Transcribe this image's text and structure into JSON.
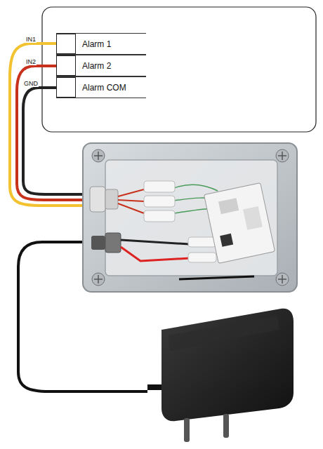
{
  "diagram": {
    "nodes": [
      {
        "text": [
          "Alarm 1"
        ]
      },
      {
        "text": [
          "Alarm 2"
        ]
      },
      {
        "text": [
          "Alarm COM"
        ]
      }
    ],
    "labels": [
      "IN1",
      "IN2",
      "GND"
    ]
  }
}
